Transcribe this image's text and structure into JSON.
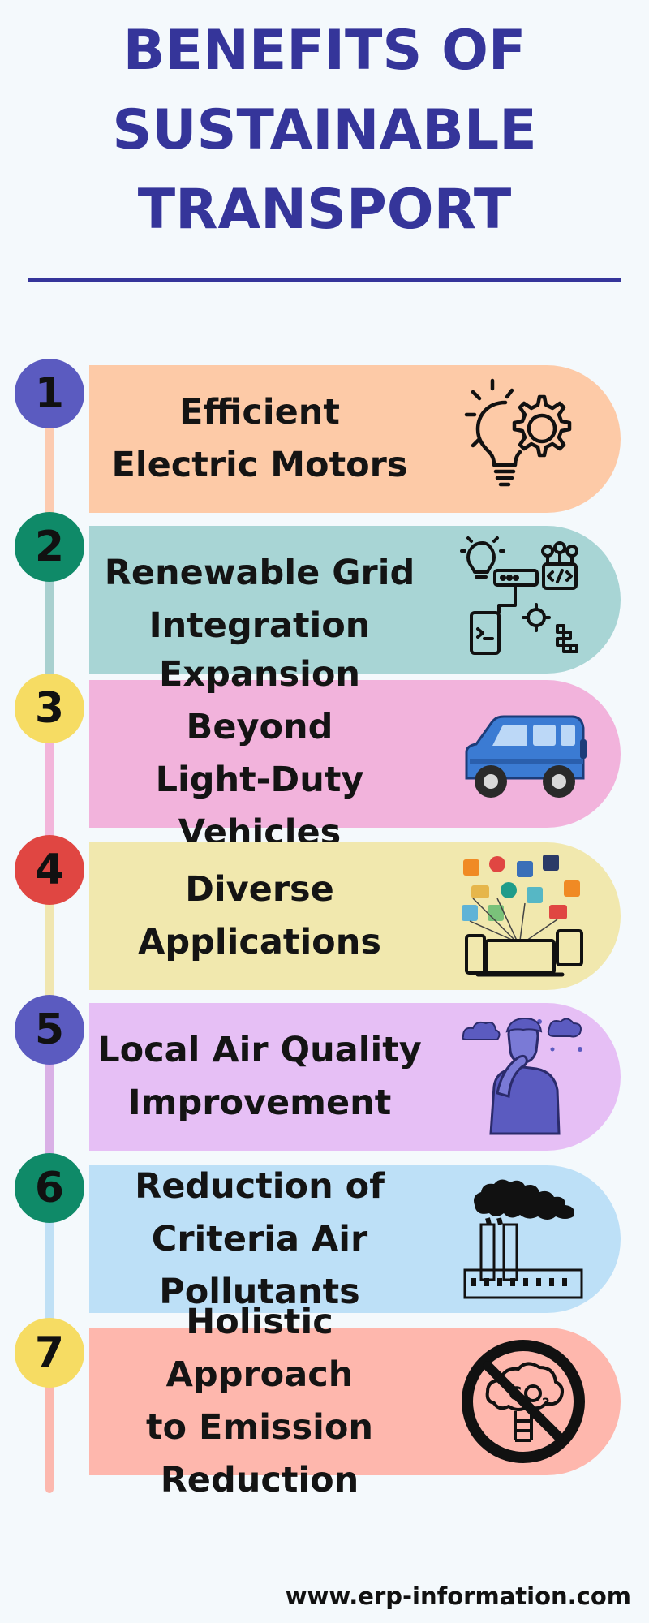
{
  "title": {
    "lines": [
      "BENEFITS OF",
      "SUSTAINABLE",
      "TRANSPORT"
    ]
  },
  "colors": {
    "title": "#35359a",
    "rule": "#35359a"
  },
  "items": [
    {
      "number": "1",
      "lines": [
        "Efficient",
        "Electric Motors"
      ],
      "card_color": "#fdcaa7",
      "badge_color": "#5b5bc0",
      "line_color": "#fccbb0",
      "icon": "lightbulb-gear-icon"
    },
    {
      "number": "2",
      "lines": [
        "Renewable Grid",
        "Integration"
      ],
      "card_color": "#a8d5d5",
      "badge_color": "#0f8a68",
      "line_color": "#a8d0cf",
      "icon": "tech-integration-icon"
    },
    {
      "number": "3",
      "lines": [
        "Expansion Beyond",
        "Light-Duty",
        "Vehicles"
      ],
      "card_color": "#f2b3dc",
      "badge_color": "#f6dc63",
      "line_color": "#f2b5da",
      "icon": "car-icon"
    },
    {
      "number": "4",
      "lines": [
        "Diverse",
        "Applications"
      ],
      "card_color": "#f1e8ae",
      "badge_color": "#e04642",
      "line_color": "#f0e6b0",
      "icon": "devices-apps-icon"
    },
    {
      "number": "5",
      "lines": [
        "Local Air Quality",
        "Improvement"
      ],
      "card_color": "#e6bff5",
      "badge_color": "#5b5bc0",
      "line_color": "#d9b0e6",
      "icon": "polluted-air-person-icon"
    },
    {
      "number": "6",
      "lines": [
        "Reduction of",
        "Criteria Air",
        "Pollutants"
      ],
      "card_color": "#bde0f7",
      "badge_color": "#0f8a68",
      "line_color": "#bfe0f5",
      "icon": "factory-smoke-icon"
    },
    {
      "number": "7",
      "lines": [
        "Holistic Approach",
        "to Emission",
        "Reduction"
      ],
      "card_color": "#feb7ad",
      "badge_color": "#f6dc63",
      "line_color": "#fcb8ae",
      "icon": "no-co2-icon"
    }
  ],
  "footer": {
    "text": "www.erp-information.com"
  }
}
